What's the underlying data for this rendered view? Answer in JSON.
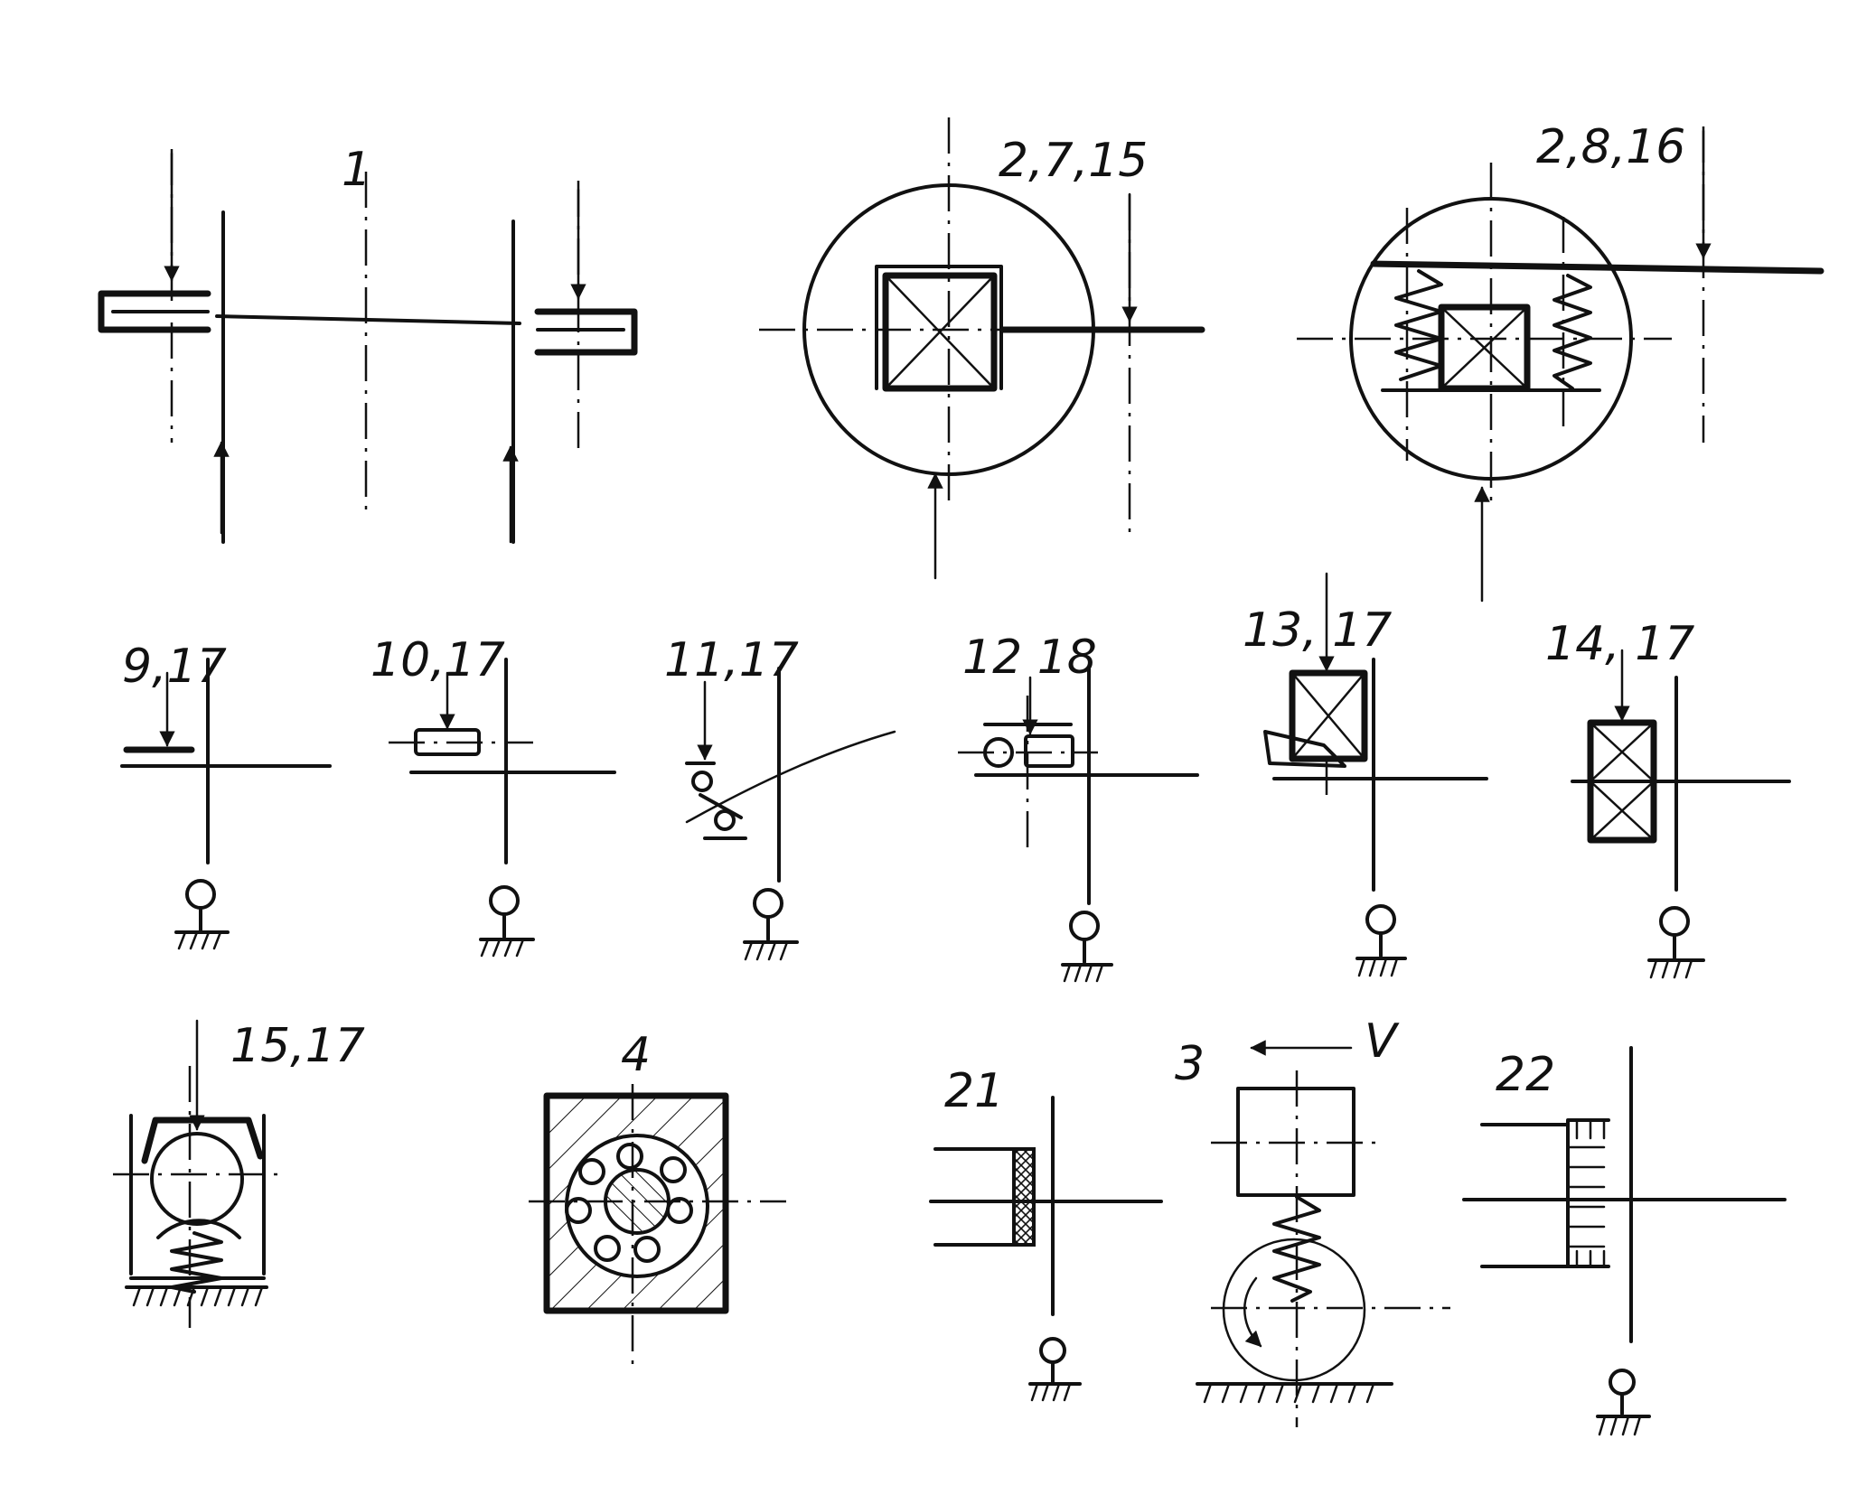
{
  "figure": {
    "labels": {
      "fig1": "1",
      "fig2_7_15": "2,7,15",
      "fig2_8_16": "2,8,16",
      "fig9_17": "9,17",
      "fig10_17": "10,17",
      "fig11_17": "11,17",
      "fig12_18": "12  18",
      "fig13_17": "13, 17",
      "fig14_17": "14, 17",
      "fig15_17": "15,17",
      "fig4": "4",
      "fig21": "21",
      "fig3": "3",
      "fig3_velocity": "V",
      "fig22": "22"
    },
    "colors": {
      "ink": "#111111",
      "paper": "#ffffff"
    }
  }
}
